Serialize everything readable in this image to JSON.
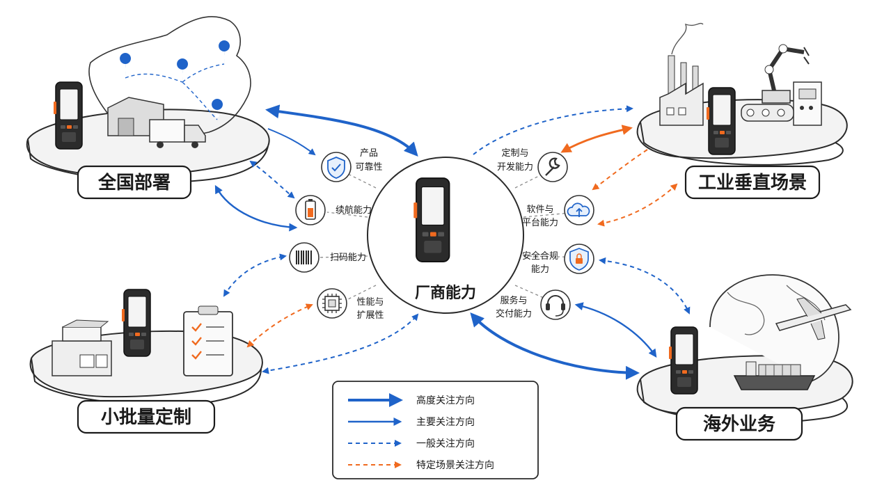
{
  "center": {
    "title": "厂商能力"
  },
  "scenarios": {
    "nationwide": "全国部署",
    "industrial": "工业垂直场景",
    "small_batch": "小批量定制",
    "overseas": "海外业务"
  },
  "capabilities_left": [
    {
      "icon": "shield-check-icon",
      "line1": "产品",
      "line2": "可靠性"
    },
    {
      "icon": "battery-icon",
      "line1": "续航能力",
      "line2": ""
    },
    {
      "icon": "barcode-icon",
      "line1": "扫码能力",
      "line2": ""
    },
    {
      "icon": "chip-icon",
      "line1": "性能与",
      "line2": "扩展性"
    }
  ],
  "capabilities_right": [
    {
      "icon": "wrench-icon",
      "line1": "定制与",
      "line2": "开发能力"
    },
    {
      "icon": "cloud-upload-icon",
      "line1": "软件与",
      "line2": "平台能力"
    },
    {
      "icon": "lock-shield-icon",
      "line1": "安全合规",
      "line2": "能力"
    },
    {
      "icon": "headset-icon",
      "line1": "服务与",
      "line2": "交付能力"
    }
  ],
  "legend": [
    {
      "label": "高度关注方向",
      "color": "#1f63c9",
      "style": "thick-solid"
    },
    {
      "label": "主要关注方向",
      "color": "#1f63c9",
      "style": "solid"
    },
    {
      "label": "一般关注方向",
      "color": "#1f63c9",
      "style": "dashed"
    },
    {
      "label": "特定场景关注方向",
      "color": "#f06a1f",
      "style": "dashed"
    }
  ],
  "colors": {
    "blue": "#1f63c9",
    "orange": "#f06a1f",
    "ink": "#2a2a2a"
  }
}
